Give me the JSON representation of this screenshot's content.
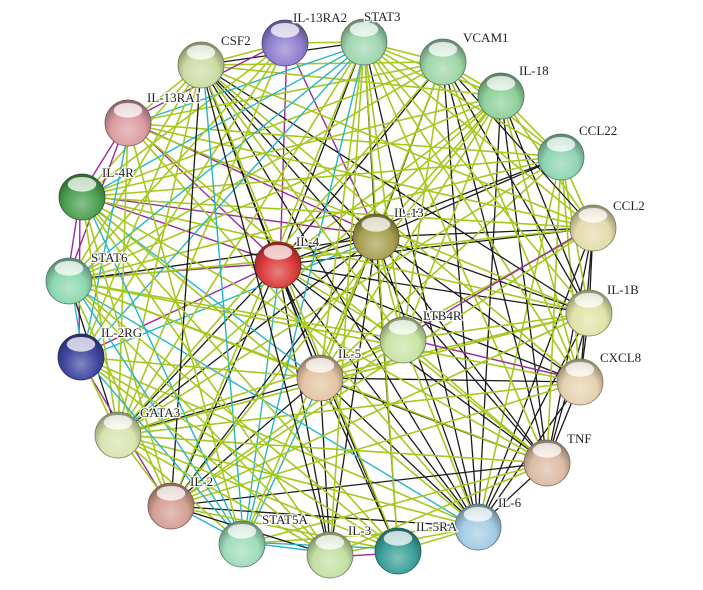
{
  "colors": {
    "coexpression": "#1a1a1a",
    "textmining": "#a6c81e",
    "database": "#28b4c8",
    "experimental": "#9b2b9b",
    "background": "#ffffff"
  },
  "nodes": [
    {
      "id": "IL-13RA2",
      "label": "IL-13RA2",
      "color": "#8f7fcf"
    },
    {
      "id": "STAT3",
      "label": "STAT3",
      "color": "#9fd6b0"
    },
    {
      "id": "VCAM1",
      "label": "VCAM1",
      "color": "#9fd6a8"
    },
    {
      "id": "IL-18",
      "label": "IL-18",
      "color": "#8fd09a"
    },
    {
      "id": "CCL22",
      "label": "CCL22",
      "color": "#8fd4b4"
    },
    {
      "id": "CCL2",
      "label": "CCL2",
      "color": "#e4dcac"
    },
    {
      "id": "IL-1B",
      "label": "IL-1B",
      "color": "#e0e4a8"
    },
    {
      "id": "CXCL8",
      "label": "CXCL8",
      "color": "#e6d2b0"
    },
    {
      "id": "TNF",
      "label": "TNF",
      "color": "#dcbca4"
    },
    {
      "id": "IL-6",
      "label": "IL-6",
      "color": "#a4cce4"
    },
    {
      "id": "IL-5RA",
      "label": "IL-5RA",
      "color": "#3ca09a"
    },
    {
      "id": "IL-3",
      "label": "IL-3",
      "color": "#c4e0a4"
    },
    {
      "id": "STAT5A",
      "label": "STAT5A",
      "color": "#a0dcbc"
    },
    {
      "id": "IL-2",
      "label": "IL-2",
      "color": "#d4a094"
    },
    {
      "id": "GATA3",
      "label": "GATA3",
      "color": "#d8e4b0"
    },
    {
      "id": "IL-2RG",
      "label": "IL-2RG",
      "color": "#4048a0"
    },
    {
      "id": "STAT6",
      "label": "STAT6",
      "color": "#8cd8b0"
    },
    {
      "id": "IL-4R",
      "label": "IL-4R",
      "color": "#4ca050"
    },
    {
      "id": "IL-13RA1",
      "label": "IL-13RA1",
      "color": "#dc9ca0"
    },
    {
      "id": "CSF2",
      "label": "CSF2",
      "color": "#ccdca4"
    },
    {
      "id": "IL-13",
      "label": "IL-13",
      "color": "#a8a050"
    },
    {
      "id": "IL-4",
      "label": "IL-4",
      "color": "#dc3c3c"
    },
    {
      "id": "LTB4R",
      "label": "LTB4R",
      "color": "#c8e4a4"
    },
    {
      "id": "IL-5",
      "label": "IL-5",
      "color": "#e4c4a4"
    }
  ],
  "edges": [
    [
      "IL-4",
      "IL-13",
      "c"
    ],
    [
      "IL-4",
      "IL-13RA2",
      "e"
    ],
    [
      "IL-4",
      "STAT3",
      "c"
    ],
    [
      "IL-4",
      "VCAM1",
      "c"
    ],
    [
      "IL-4",
      "IL-18",
      "t"
    ],
    [
      "IL-4",
      "CCL22",
      "c"
    ],
    [
      "IL-4",
      "CCL2",
      "c"
    ],
    [
      "IL-4",
      "IL-1B",
      "c"
    ],
    [
      "IL-4",
      "CXCL8",
      "c"
    ],
    [
      "IL-4",
      "TNF",
      "c"
    ],
    [
      "IL-4",
      "IL-6",
      "c"
    ],
    [
      "IL-4",
      "IL-5RA",
      "c"
    ],
    [
      "IL-4",
      "IL-3",
      "c"
    ],
    [
      "IL-4",
      "STAT5A",
      "d"
    ],
    [
      "IL-4",
      "IL-2",
      "c"
    ],
    [
      "IL-4",
      "GATA3",
      "c"
    ],
    [
      "IL-4",
      "IL-2RG",
      "e"
    ],
    [
      "IL-4",
      "STAT6",
      "e"
    ],
    [
      "IL-4",
      "IL-4R",
      "e"
    ],
    [
      "IL-4",
      "IL-13RA1",
      "e"
    ],
    [
      "IL-4",
      "CSF2",
      "c"
    ],
    [
      "IL-4",
      "LTB4R",
      "t"
    ],
    [
      "IL-4",
      "IL-5",
      "c"
    ],
    [
      "IL-13",
      "IL-13RA2",
      "e"
    ],
    [
      "IL-13",
      "STAT3",
      "c"
    ],
    [
      "IL-13",
      "VCAM1",
      "c"
    ],
    [
      "IL-13",
      "IL-18",
      "t"
    ],
    [
      "IL-13",
      "CCL22",
      "c"
    ],
    [
      "IL-13",
      "CCL2",
      "c"
    ],
    [
      "IL-13",
      "IL-1B",
      "c"
    ],
    [
      "IL-13",
      "CXCL8",
      "c"
    ],
    [
      "IL-13",
      "TNF",
      "c"
    ],
    [
      "IL-13",
      "IL-6",
      "c"
    ],
    [
      "IL-13",
      "IL-5RA",
      "c"
    ],
    [
      "IL-13",
      "IL-3",
      "c"
    ],
    [
      "IL-13",
      "IL-2",
      "c"
    ],
    [
      "IL-13",
      "GATA3",
      "c"
    ],
    [
      "IL-13",
      "STAT6",
      "c"
    ],
    [
      "IL-13",
      "IL-4R",
      "e"
    ],
    [
      "IL-13",
      "IL-13RA1",
      "e"
    ],
    [
      "IL-13",
      "CSF2",
      "c"
    ],
    [
      "IL-13",
      "LTB4R",
      "t"
    ],
    [
      "IL-13",
      "IL-5",
      "c"
    ],
    [
      "IL-13",
      "IL-2RG",
      "d"
    ],
    [
      "IL-13",
      "STAT5A",
      "t"
    ],
    [
      "IL-5",
      "IL-5RA",
      "c"
    ],
    [
      "IL-5",
      "IL-3",
      "c"
    ],
    [
      "IL-5",
      "CSF2",
      "c"
    ],
    [
      "IL-5",
      "IL-2",
      "c"
    ],
    [
      "IL-5",
      "GATA3",
      "c"
    ],
    [
      "IL-5",
      "IL-6",
      "c"
    ],
    [
      "IL-5",
      "TNF",
      "c"
    ],
    [
      "IL-5",
      "CXCL8",
      "c"
    ],
    [
      "IL-5",
      "IL-1B",
      "t"
    ],
    [
      "IL-5",
      "CCL2",
      "t"
    ],
    [
      "IL-5",
      "STAT5A",
      "d"
    ],
    [
      "IL-5",
      "IL-18",
      "t"
    ],
    [
      "IL-5",
      "STAT6",
      "t"
    ],
    [
      "IL-5",
      "IL-4R",
      "d"
    ],
    [
      "IL-5",
      "LTB4R",
      "t"
    ],
    [
      "IL-5",
      "IL-2RG",
      "t"
    ],
    [
      "IL-5",
      "STAT3",
      "t"
    ],
    [
      "IL-5",
      "CCL22",
      "t"
    ],
    [
      "IL-5",
      "VCAM1",
      "t"
    ],
    [
      "IL-6",
      "TNF",
      "c"
    ],
    [
      "IL-6",
      "IL-1B",
      "c"
    ],
    [
      "IL-6",
      "CXCL8",
      "c"
    ],
    [
      "IL-6",
      "CCL2",
      "c"
    ],
    [
      "IL-6",
      "STAT3",
      "c"
    ],
    [
      "IL-6",
      "IL-18",
      "c"
    ],
    [
      "IL-6",
      "VCAM1",
      "c"
    ],
    [
      "IL-6",
      "CSF2",
      "c"
    ],
    [
      "IL-6",
      "IL-2",
      "c"
    ],
    [
      "IL-6",
      "IL-3",
      "t"
    ],
    [
      "IL-6",
      "CCL22",
      "t"
    ],
    [
      "IL-6",
      "STAT5A",
      "t"
    ],
    [
      "IL-6",
      "GATA3",
      "t"
    ],
    [
      "IL-6",
      "IL-5RA",
      "t"
    ],
    [
      "IL-6",
      "IL-4R",
      "t"
    ],
    [
      "IL-6",
      "IL-13RA1",
      "t"
    ],
    [
      "IL-6",
      "IL-2RG",
      "t"
    ],
    [
      "IL-6",
      "STAT6",
      "d"
    ],
    [
      "IL-6",
      "LTB4R",
      "t"
    ],
    [
      "TNF",
      "IL-1B",
      "c"
    ],
    [
      "TNF",
      "CXCL8",
      "c"
    ],
    [
      "TNF",
      "CCL2",
      "c"
    ],
    [
      "TNF",
      "VCAM1",
      "c"
    ],
    [
      "TNF",
      "IL-18",
      "c"
    ],
    [
      "TNF",
      "CSF2",
      "c"
    ],
    [
      "TNF",
      "IL-2",
      "c"
    ],
    [
      "TNF",
      "STAT3",
      "t"
    ],
    [
      "TNF",
      "CCL22",
      "t"
    ],
    [
      "TNF",
      "GATA3",
      "t"
    ],
    [
      "TNF",
      "IL-3",
      "t"
    ],
    [
      "TNF",
      "STAT6",
      "t"
    ],
    [
      "TNF",
      "IL-4R",
      "t"
    ],
    [
      "TNF",
      "LTB4R",
      "t"
    ],
    [
      "TNF",
      "IL-13RA1",
      "t"
    ],
    [
      "TNF",
      "STAT5A",
      "t"
    ],
    [
      "CXCL8",
      "IL-1B",
      "c"
    ],
    [
      "CXCL8",
      "CCL2",
      "c"
    ],
    [
      "CXCL8",
      "VCAM1",
      "t"
    ],
    [
      "CXCL8",
      "IL-18",
      "t"
    ],
    [
      "CXCL8",
      "CSF2",
      "t"
    ],
    [
      "CXCL8",
      "LTB4R",
      "e"
    ],
    [
      "CXCL8",
      "STAT3",
      "t"
    ],
    [
      "CXCL8",
      "CCL22",
      "t"
    ],
    [
      "CXCL8",
      "IL-2",
      "t"
    ],
    [
      "CXCL8",
      "GATA3",
      "t"
    ],
    [
      "CXCL8",
      "STAT6",
      "t"
    ],
    [
      "IL-1B",
      "CCL2",
      "c"
    ],
    [
      "IL-1B",
      "IL-18",
      "c"
    ],
    [
      "IL-1B",
      "VCAM1",
      "c"
    ],
    [
      "IL-1B",
      "CSF2",
      "c"
    ],
    [
      "IL-1B",
      "STAT3",
      "t"
    ],
    [
      "IL-1B",
      "IL-2",
      "t"
    ],
    [
      "IL-1B",
      "CCL22",
      "t"
    ],
    [
      "IL-1B",
      "LTB4R",
      "t"
    ],
    [
      "IL-1B",
      "IL-13RA1",
      "t"
    ],
    [
      "IL-1B",
      "GATA3",
      "t"
    ],
    [
      "IL-1B",
      "IL-4R",
      "t"
    ],
    [
      "CCL2",
      "VCAM1",
      "c"
    ],
    [
      "CCL2",
      "CCL22",
      "t"
    ],
    [
      "CCL2",
      "IL-18",
      "t"
    ],
    [
      "CCL2",
      "STAT3",
      "t"
    ],
    [
      "CCL2",
      "STAT6",
      "t"
    ],
    [
      "CCL2",
      "CSF2",
      "t"
    ],
    [
      "CCL2",
      "IL-2",
      "t"
    ],
    [
      "CCL2",
      "IL-4R",
      "t"
    ],
    [
      "CCL2",
      "IL-13RA1",
      "t"
    ],
    [
      "CCL2",
      "LTB4R",
      "e"
    ],
    [
      "CCL22",
      "STAT6",
      "t"
    ],
    [
      "CCL22",
      "GATA3",
      "t"
    ],
    [
      "CCL22",
      "IL-4R",
      "t"
    ],
    [
      "CCL22",
      "VCAM1",
      "t"
    ],
    [
      "CCL22",
      "IL-18",
      "t"
    ],
    [
      "CCL22",
      "STAT3",
      "t"
    ],
    [
      "CCL22",
      "IL-13RA1",
      "t"
    ],
    [
      "IL-18",
      "VCAM1",
      "t"
    ],
    [
      "IL-18",
      "STAT3",
      "t"
    ],
    [
      "IL-18",
      "IL-2",
      "t"
    ],
    [
      "IL-18",
      "GATA3",
      "t"
    ],
    [
      "IL-18",
      "CSF2",
      "t"
    ],
    [
      "IL-18",
      "STAT6",
      "t"
    ],
    [
      "IL-18",
      "IL-4R",
      "t"
    ],
    [
      "VCAM1",
      "STAT3",
      "t"
    ],
    [
      "VCAM1",
      "STAT6",
      "t"
    ],
    [
      "VCAM1",
      "IL-4R",
      "t"
    ],
    [
      "VCAM1",
      "IL-13RA1",
      "t"
    ],
    [
      "VCAM1",
      "GATA3",
      "t"
    ],
    [
      "VCAM1",
      "CSF2",
      "t"
    ],
    [
      "STAT3",
      "STAT6",
      "d"
    ],
    [
      "STAT3",
      "STAT5A",
      "d"
    ],
    [
      "STAT3",
      "IL-2RG",
      "d"
    ],
    [
      "STAT3",
      "IL-4R",
      "d"
    ],
    [
      "STAT3",
      "IL-13RA2",
      "t"
    ],
    [
      "STAT3",
      "IL-13RA1",
      "d"
    ],
    [
      "STAT3",
      "CSF2",
      "c"
    ],
    [
      "STAT3",
      "IL-2",
      "t"
    ],
    [
      "STAT3",
      "GATA3",
      "t"
    ],
    [
      "STAT3",
      "IL-3",
      "t"
    ],
    [
      "STAT3",
      "IL-5RA",
      "t"
    ],
    [
      "IL-13RA2",
      "IL-13RA1",
      "e"
    ],
    [
      "IL-13RA2",
      "IL-4R",
      "t"
    ],
    [
      "IL-13RA2",
      "STAT6",
      "t"
    ],
    [
      "IL-13RA2",
      "CSF2",
      "t"
    ],
    [
      "IL-13RA2",
      "IL-2RG",
      "t"
    ],
    [
      "IL-13RA2",
      "GATA3",
      "t"
    ],
    [
      "CSF2",
      "IL-3",
      "c"
    ],
    [
      "CSF2",
      "IL-2",
      "c"
    ],
    [
      "CSF2",
      "IL-5RA",
      "t"
    ],
    [
      "CSF2",
      "GATA3",
      "t"
    ],
    [
      "CSF2",
      "STAT5A",
      "d"
    ],
    [
      "CSF2",
      "IL-2RG",
      "t"
    ],
    [
      "CSF2",
      "IL-4R",
      "t"
    ],
    [
      "CSF2",
      "STAT6",
      "t"
    ],
    [
      "CSF2",
      "IL-13RA1",
      "t"
    ],
    [
      "IL-13RA1",
      "IL-4R",
      "e"
    ],
    [
      "IL-13RA1",
      "STAT6",
      "e"
    ],
    [
      "IL-13RA1",
      "IL-2RG",
      "d"
    ],
    [
      "IL-13RA1",
      "STAT5A",
      "t"
    ],
    [
      "IL-13RA1",
      "GATA3",
      "t"
    ],
    [
      "IL-4R",
      "STAT6",
      "e"
    ],
    [
      "IL-4R",
      "IL-2RG",
      "e"
    ],
    [
      "IL-4R",
      "STAT5A",
      "d"
    ],
    [
      "IL-4R",
      "GATA3",
      "t"
    ],
    [
      "IL-4R",
      "IL-2",
      "t"
    ],
    [
      "IL-4R",
      "IL-3",
      "t"
    ],
    [
      "IL-4R",
      "IL-5RA",
      "t"
    ],
    [
      "STAT6",
      "IL-2RG",
      "d"
    ],
    [
      "STAT6",
      "GATA3",
      "c"
    ],
    [
      "STAT6",
      "STAT5A",
      "d"
    ],
    [
      "STAT6",
      "IL-2",
      "t"
    ],
    [
      "STAT6",
      "IL-3",
      "t"
    ],
    [
      "STAT6",
      "IL-5RA",
      "t"
    ],
    [
      "IL-2RG",
      "IL-2",
      "e"
    ],
    [
      "IL-2RG",
      "STAT5A",
      "d"
    ],
    [
      "IL-2RG",
      "GATA3",
      "t"
    ],
    [
      "IL-2RG",
      "IL-3",
      "t"
    ],
    [
      "IL-2RG",
      "IL-5RA",
      "t"
    ],
    [
      "GATA3",
      "IL-2",
      "t"
    ],
    [
      "GATA3",
      "STAT5A",
      "t"
    ],
    [
      "GATA3",
      "IL-3",
      "t"
    ],
    [
      "GATA3",
      "IL-5RA",
      "t"
    ],
    [
      "IL-2",
      "STAT5A",
      "d"
    ],
    [
      "IL-2",
      "IL-3",
      "c"
    ],
    [
      "IL-2",
      "IL-5RA",
      "t"
    ],
    [
      "STAT5A",
      "IL-3",
      "d"
    ],
    [
      "STAT5A",
      "IL-5RA",
      "d"
    ],
    [
      "IL-3",
      "IL-5RA",
      "e"
    ],
    [
      "LTB4R",
      "STAT3",
      "t"
    ],
    [
      "LTB4R",
      "CSF2",
      "t"
    ],
    [
      "LTB4R",
      "STAT6",
      "t"
    ],
    [
      "LTB4R",
      "IL-18",
      "t"
    ],
    [
      "LTB4R",
      "VCAM1",
      "t"
    ],
    [
      "LTB4R",
      "GATA3",
      "t"
    ],
    [
      "LTB4R",
      "IL-2",
      "t"
    ]
  ]
}
